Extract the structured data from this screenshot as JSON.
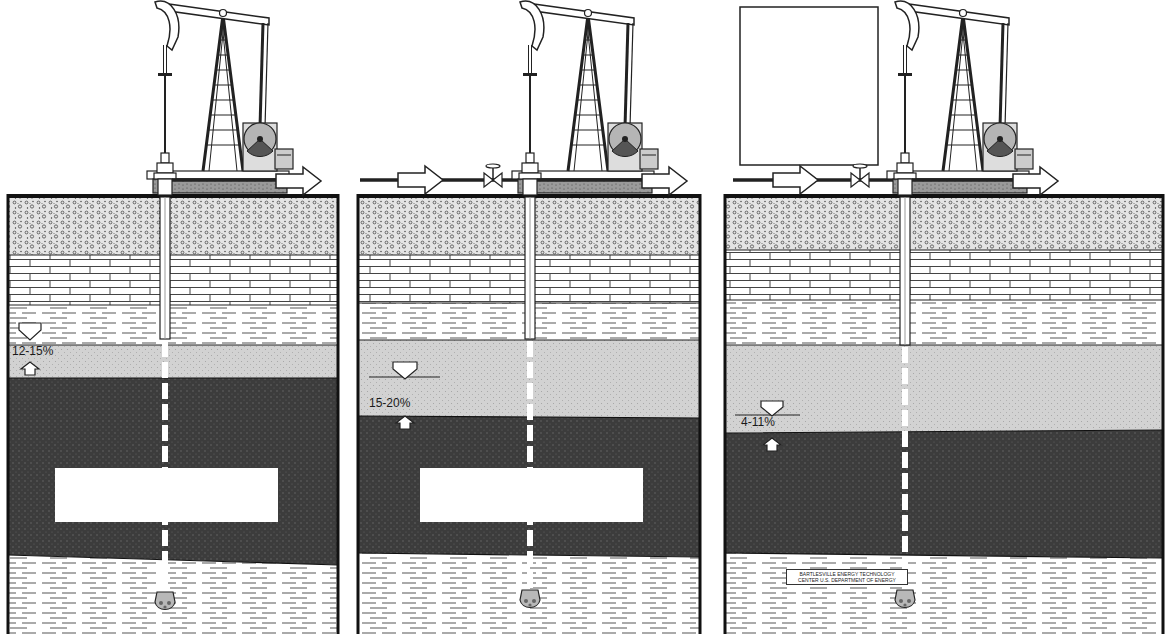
{
  "diagram": {
    "nodes": [
      {
        "text": [
          "BARTLESVILLE ENERGY TECHNOLOGY CENTER U.S. DEPARTMENT OF ENERGY"
        ]
      }
    ],
    "labels": [
      "12-15%",
      "15-20%",
      "4-11%"
    ]
  }
}
